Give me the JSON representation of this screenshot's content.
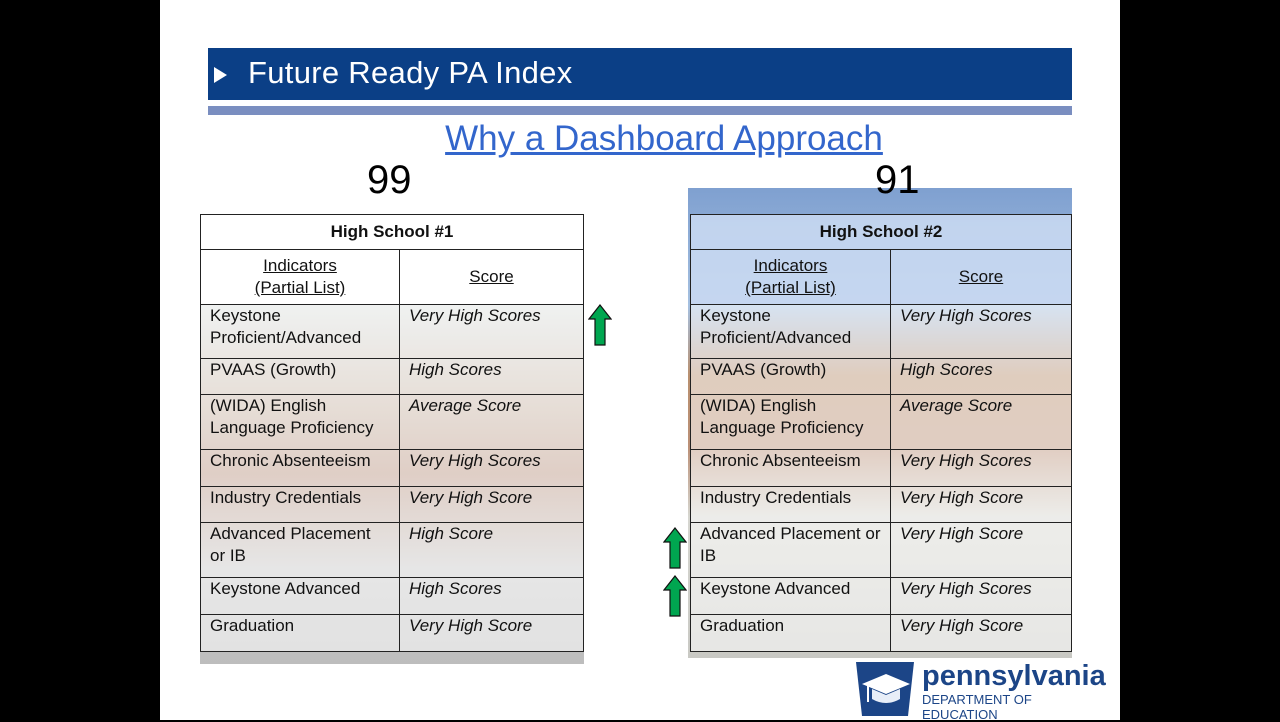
{
  "banner": {
    "title": "Future Ready PA Index"
  },
  "subtitle": "Why a Dashboard Approach",
  "schools": [
    {
      "score": "99",
      "name": "High School #1",
      "col_indicators": "Indicators",
      "col_indicators_sub": "(Partial List)",
      "col_score": "Score",
      "rows": [
        [
          "Keystone Proficient/Advanced",
          "Very High Scores"
        ],
        [
          "PVAAS (Growth)",
          "High Scores"
        ],
        [
          "(WIDA) English Language Proficiency",
          "Average Score"
        ],
        [
          "Chronic Absenteeism",
          "Very High Scores"
        ],
        [
          "Industry Credentials",
          "Very High Score"
        ],
        [
          "Advanced Placement or IB",
          "High Score"
        ],
        [
          "Keystone Advanced",
          "High Scores"
        ],
        [
          "Graduation",
          "Very High Score"
        ]
      ]
    },
    {
      "score": "91",
      "name": "High School #2",
      "col_indicators": "Indicators",
      "col_indicators_sub": "(Partial List)",
      "col_score": "Score",
      "rows": [
        [
          "Keystone Proficient/Advanced",
          "Very High Scores"
        ],
        [
          "PVAAS (Growth)",
          "High Scores"
        ],
        [
          "(WIDA) English Language Proficiency",
          "Average Score"
        ],
        [
          "Chronic Absenteeism",
          "Very High Scores"
        ],
        [
          "Industry Credentials",
          "Very High Score"
        ],
        [
          "Advanced Placement or IB",
          "Very High Score"
        ],
        [
          "Keystone Advanced",
          "Very High Scores"
        ],
        [
          "Graduation",
          "Very High Score"
        ]
      ]
    }
  ],
  "arrows": {
    "icon": "green-up-arrow-icon",
    "color": "#00a650"
  },
  "logo": {
    "name": "pennsylvania",
    "dept": "DEPARTMENT OF EDUCATION",
    "color": "#1c4587"
  }
}
